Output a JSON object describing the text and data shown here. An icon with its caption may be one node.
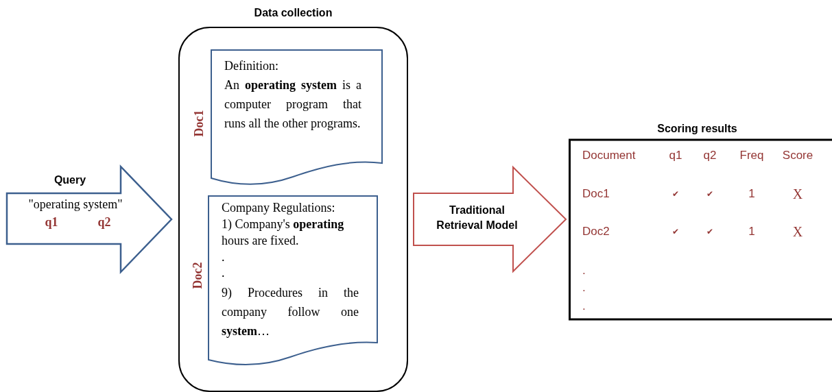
{
  "diagram": {
    "nodes": [
      {
        "text": [
          "Query",
          "\"operating system\"",
          "q1",
          "q2"
        ]
      },
      {
        "text": [
          "Data collection"
        ]
      },
      {
        "text": [
          "Definition:",
          "An **operating system** is a computer program that runs all the other programs."
        ],
        "in": 1,
        "beside": [
          "Doc1"
        ]
      },
      {
        "text": [
          "Company Regulations:",
          "1) Company's **operating** hours are fixed.",
          ".",
          ".",
          "9) Procedures in the company follow one **system**…"
        ],
        "in": 1,
        "beside": [
          "Doc2"
        ]
      },
      {
        "text": [
          "Scoring results"
        ]
      }
    ],
    "edges": [
      {
        "from": 1,
        "to": 4,
        "arrow": "to",
        "label": "Traditional Retrieval Model"
      }
    ],
    "labels": [
      "Document",
      "q1",
      "q2",
      "Freq",
      "Score",
      "Doc1",
      "✔",
      "✔",
      "1",
      "X",
      "Doc2",
      "✔",
      "✔",
      "1",
      "X",
      ".",
      ".",
      "."
    ]
  }
}
